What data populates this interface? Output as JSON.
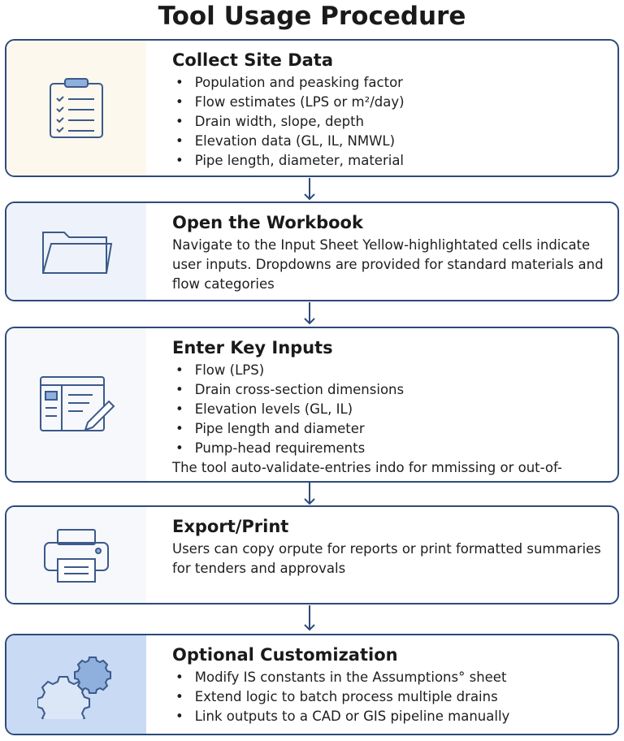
{
  "title": "Tool Usage Procedure",
  "steps": [
    {
      "heading": "Collect Site Data",
      "icon": "clipboard-checklist-icon",
      "bullets": [
        "Population and peasking factor",
        "Flow estimates (LPS or m²/day)",
        "Drain width, slope, depth",
        "Elevation data (GL, IL, NMWL)",
        "Pipe length, diameter, material"
      ]
    },
    {
      "heading": "Open the Workbook",
      "icon": "folder-icon",
      "text": "Navigate to the Input Sheet  Yellow-highlightated cells indicate user inputs. Dropdowns are provided for standard materials and flow categories"
    },
    {
      "heading": "Enter Key Inputs",
      "icon": "form-edit-icon",
      "bullets": [
        "Flow (LPS)",
        "Drain cross-section dimensions",
        "Elevation levels (GL, IL)",
        "Pipe length and diameter",
        "Pump-head requirements"
      ],
      "text": "The tool auto-validate-entries indo for mmissing or out-of-bound values"
    },
    {
      "heading": "Export/Print",
      "icon": "printer-icon",
      "text": "Users can copy orpute for reports or print formatted summaries for tenders and approvals"
    },
    {
      "heading": "Optional Customization",
      "icon": "gears-icon",
      "bullets": [
        "Modify IS constants in the Assumptions° sheet",
        "Extend logic to batch process multiple drains",
        "Link outputs to a CAD or GIS pipeline manually"
      ]
    }
  ],
  "colors": {
    "border": "#2d4a7a",
    "panel1": "#fdf8ee",
    "panel2": "#eef3fb",
    "panel5": "#c9daf5",
    "icon": "#3c5a8a"
  }
}
